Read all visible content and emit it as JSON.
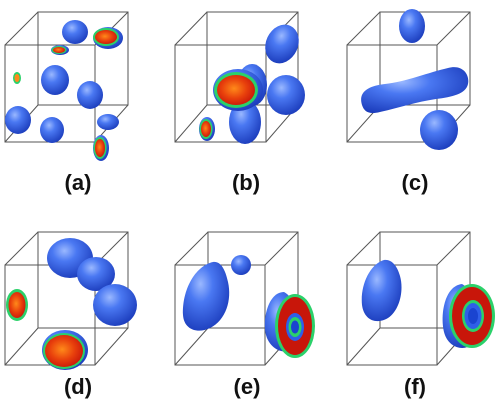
{
  "panels": [
    {
      "id": "a",
      "label": "(a)"
    },
    {
      "id": "b",
      "label": "(b)"
    },
    {
      "id": "c",
      "label": "(c)"
    },
    {
      "id": "d",
      "label": "(d)"
    },
    {
      "id": "e",
      "label": "(e)"
    },
    {
      "id": "f",
      "label": "(f)"
    }
  ],
  "colors": {
    "droplet_blue": "#2f5fe8",
    "droplet_highlight": "#9ab8ff",
    "cross_section_outer": "#2bd16a",
    "cross_section_red": "#d81e0c",
    "cross_section_core": "#ff7a1a",
    "box_edge": "#555555"
  }
}
